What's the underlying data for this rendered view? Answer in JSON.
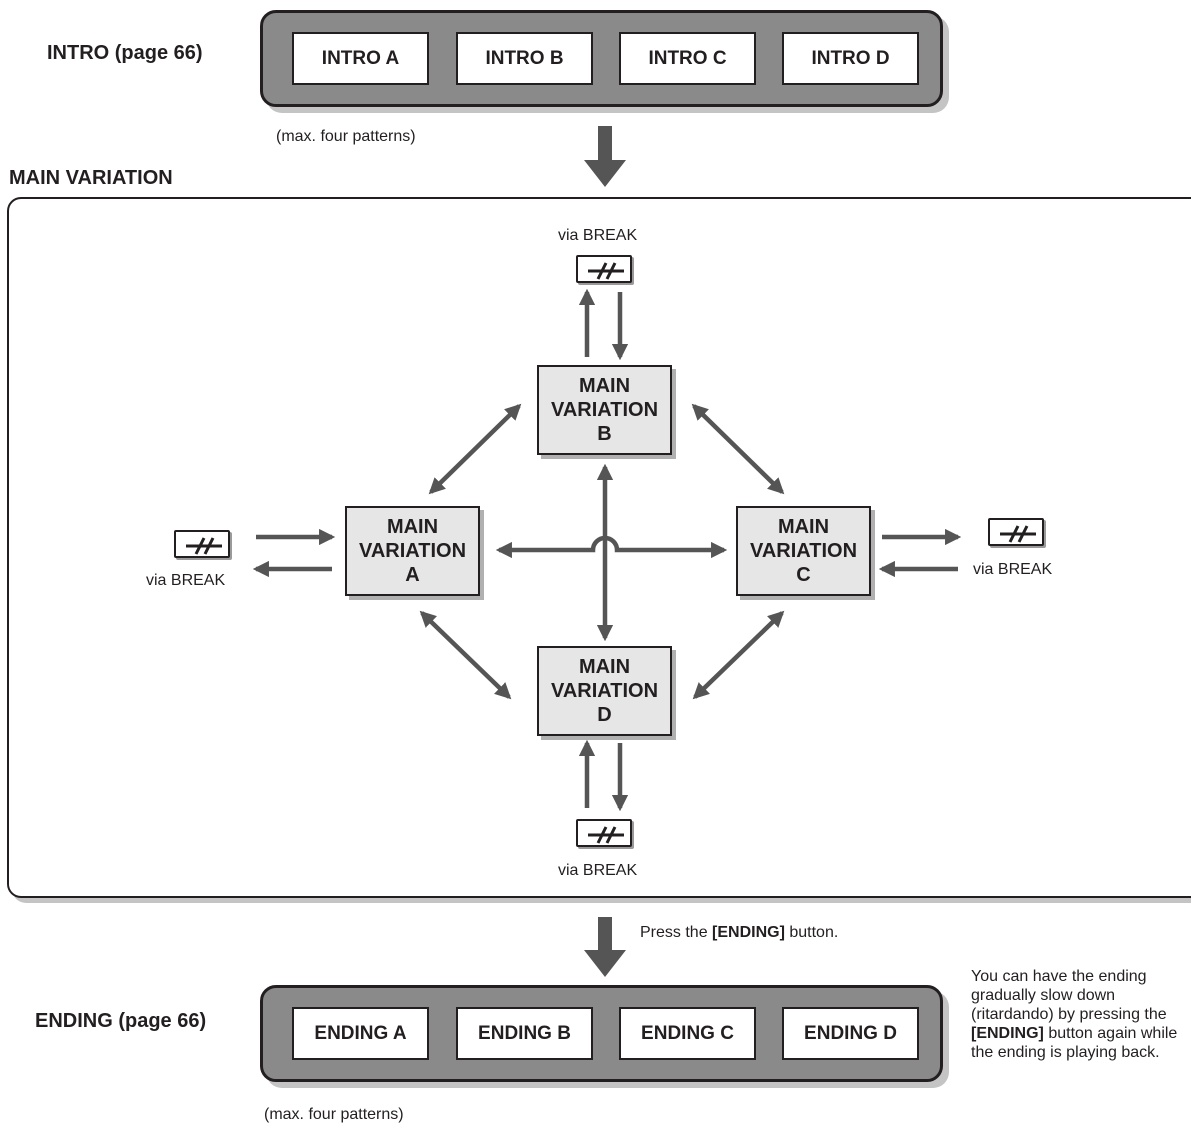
{
  "intro": {
    "label": "INTRO (page 66)",
    "patterns": [
      "INTRO A",
      "INTRO B",
      "INTRO C",
      "INTRO D"
    ],
    "note": "(max. four patterns)"
  },
  "main": {
    "label": "MAIN VARIATION",
    "variations": {
      "a": {
        "line1": "MAIN",
        "line2": "VARIATION",
        "line3": "A"
      },
      "b": {
        "line1": "MAIN",
        "line2": "VARIATION",
        "line3": "B"
      },
      "c": {
        "line1": "MAIN",
        "line2": "VARIATION",
        "line3": "C"
      },
      "d": {
        "line1": "MAIN",
        "line2": "VARIATION",
        "line3": "D"
      }
    },
    "break_label": "via BREAK"
  },
  "transition": {
    "press_prefix": "Press the ",
    "press_button": "[ENDING]",
    "press_suffix": " button."
  },
  "ending": {
    "label": "ENDING (page 66)",
    "patterns": [
      "ENDING A",
      "ENDING B",
      "ENDING C",
      "ENDING D"
    ],
    "note": "(max. four patterns)",
    "side_note_1": "You can have the ending gradually slow down (ritardando) by pressing the ",
    "side_note_button": "[ENDING]",
    "side_note_2": " button again while the ending is playing back."
  },
  "colors": {
    "arrow": "#555555",
    "tray": "#8a8a8a",
    "variation_box": "#e6e6e6"
  }
}
